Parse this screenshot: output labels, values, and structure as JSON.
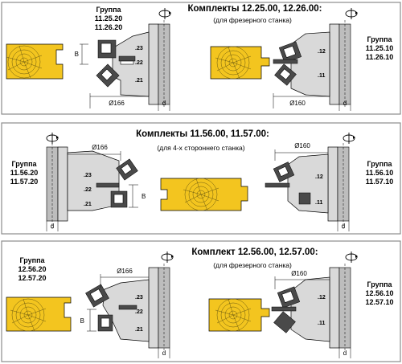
{
  "sections": [
    {
      "title": "Комплекты 12.25.00, 12.26.00:",
      "subtitle": "(для фрезерного станка)",
      "left": {
        "group_label": "Группа",
        "codes": [
          "11.25.20",
          "11.26.20"
        ],
        "knives": [
          ".23",
          ".22",
          ".21"
        ],
        "diameter": "Ø166",
        "b_label": "B",
        "d_label": "d"
      },
      "right": {
        "group_label": "Группа",
        "codes": [
          "11.25.10",
          "11.26.10"
        ],
        "knives": [
          ".12",
          ".11"
        ],
        "diameter": "Ø160",
        "d_label": "d"
      }
    },
    {
      "title": "Комплекты 11.56.00, 11.57.00:",
      "subtitle": "(для 4-х стороннего станка)",
      "left": {
        "group_label": "Группа",
        "codes": [
          "11.56.20",
          "11.57.20"
        ],
        "knives": [
          ".23",
          ".22",
          ".21"
        ],
        "diameter": "Ø166",
        "b_label": "B",
        "d_label": "d"
      },
      "right": {
        "group_label": "Группа",
        "codes": [
          "11.56.10",
          "11.57.10"
        ],
        "knives": [
          ".12",
          ".11"
        ],
        "diameter": "Ø160",
        "d_label": "d"
      }
    },
    {
      "title": "Комплект 12.56.00, 12.57.00:",
      "subtitle": "(для фрезерного станка)",
      "left": {
        "group_label": "Группа",
        "codes": [
          "12.56.20",
          "12.57.20"
        ],
        "knives": [
          ".23",
          ".22",
          ".21"
        ],
        "diameter": "Ø166",
        "b_label": "B",
        "d_label": "d"
      },
      "right": {
        "group_label": "Группа",
        "codes": [
          "12.56.10",
          "12.57.10"
        ],
        "knives": [
          ".12",
          ".11"
        ],
        "diameter": "Ø160",
        "d_label": "d"
      }
    }
  ]
}
